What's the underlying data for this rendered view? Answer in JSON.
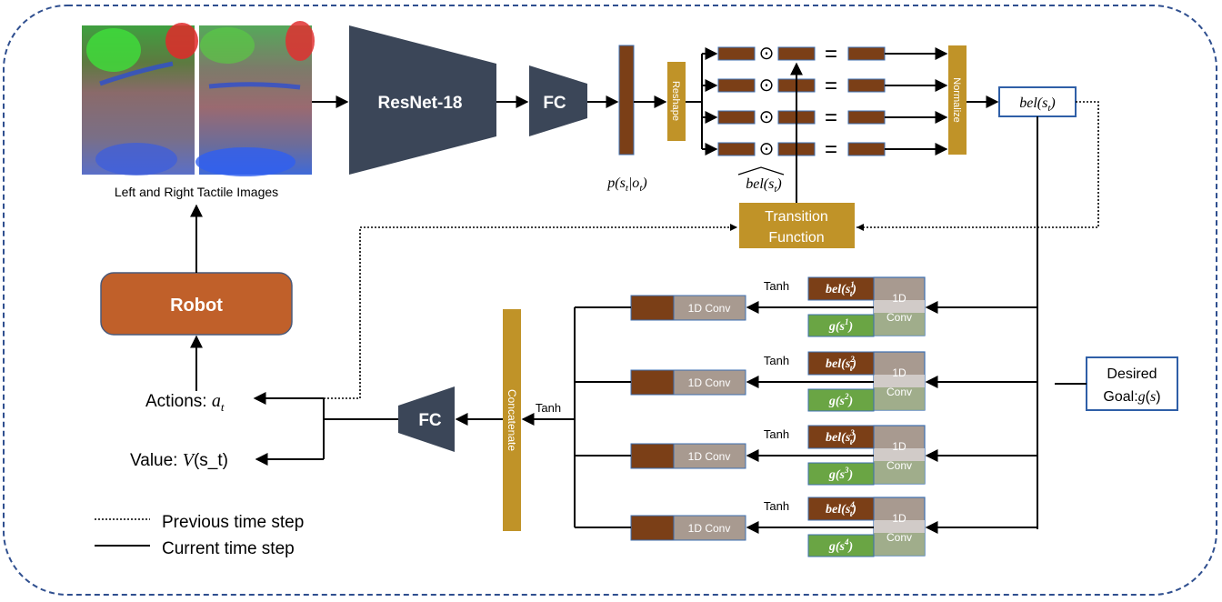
{
  "tactile_caption": "Left and Right Tactile Images",
  "encoder": {
    "resnet": "ResNet-18",
    "fc": "FC"
  },
  "observation": {
    "reshape": "Reshape",
    "likelihood": "p(s_t|o_t)"
  },
  "belief": {
    "odot": "⊙",
    "equals": "=",
    "prior": "bel^(s_t)",
    "normalize": "Normalize",
    "posterior": "bel(s_t)"
  },
  "transition": {
    "line1": "Transition",
    "line2": "Function"
  },
  "robot": "Robot",
  "outputs": {
    "actions": "Actions: a_t",
    "value": "Value: V(s_t)"
  },
  "policy": {
    "concatenate": "Concatenate",
    "fc": "FC",
    "tanh": "Tanh"
  },
  "branches": [
    {
      "bel": "bel(s_t^1)",
      "goal": "g(s^1)",
      "conv": "1D Conv",
      "conv_stack_1": "1D",
      "conv_stack_2": "Conv",
      "tanh": "Tanh"
    },
    {
      "bel": "bel(s_t^2)",
      "goal": "g(s^2)",
      "conv": "1D Conv",
      "conv_stack_1": "1D",
      "conv_stack_2": "Conv",
      "tanh": "Tanh"
    },
    {
      "bel": "bel(s_t^3)",
      "goal": "g(s^3)",
      "conv": "1D Conv",
      "conv_stack_1": "1D",
      "conv_stack_2": "Conv",
      "tanh": "Tanh"
    },
    {
      "bel": "bel(s_t^4)",
      "goal": "g(s^4)",
      "conv": "1D Conv",
      "conv_stack_1": "1D",
      "conv_stack_2": "Conv",
      "tanh": "Tanh"
    }
  ],
  "goal": {
    "line1": "Desired",
    "line2": "Goal:g(s)"
  },
  "legend": {
    "previous": "Previous time step",
    "current": "Current time step"
  },
  "colors": {
    "border": "#2f4f8f",
    "block_dark": "#3b4658",
    "block_gold": "#c09328",
    "robot": "#c0602a",
    "cell_brown": "#7b3f17",
    "cell_gray": "#a89a90",
    "cell_green": "#6aa544",
    "accent_blue": "#2f5fa7"
  }
}
